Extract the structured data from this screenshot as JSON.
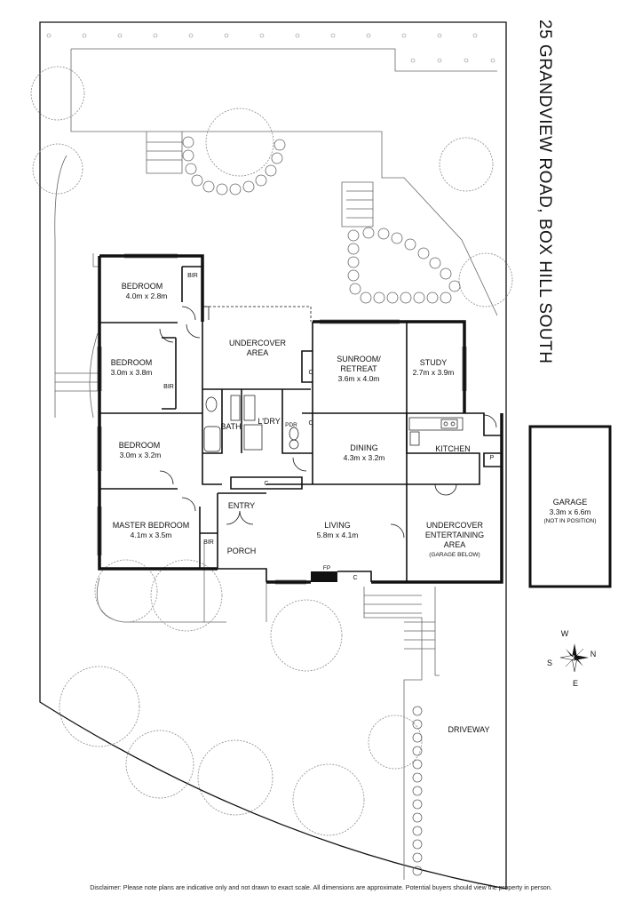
{
  "address": "25 GRANDVIEW ROAD, BOX HILL SOUTH",
  "rooms": {
    "bedroom1": {
      "name": "BEDROOM",
      "dims": "4.0m x 2.8m"
    },
    "bedroom2": {
      "name": "BEDROOM",
      "dims": "3.0m x 3.8m"
    },
    "bedroom3": {
      "name": "BEDROOM",
      "dims": "3.0m x 3.2m"
    },
    "master": {
      "name": "MASTER BEDROOM",
      "dims": "4.1m x 3.5m"
    },
    "undercover": {
      "line1": "UNDERCOVER",
      "line2": "AREA"
    },
    "sunroom": {
      "line1": "SUNROOM/",
      "line2": "RETREAT",
      "dims": "3.6m x 4.0m"
    },
    "study": {
      "name": "STUDY",
      "dims": "2.7m x 3.9m"
    },
    "bath": "BATH",
    "laundry": "L'DRY",
    "pdr": "PDR",
    "dining": {
      "name": "DINING",
      "dims": "4.3m x 3.2m"
    },
    "kitchen": "KITCHEN",
    "entry": "ENTRY",
    "porch": "PORCH",
    "living": {
      "name": "LIVING",
      "dims": "5.8m x 4.1m"
    },
    "entertaining": {
      "line1": "UNDERCOVER",
      "line2": "ENTERTAINING",
      "line3": "AREA",
      "note": "(GARAGE BELOW)"
    },
    "garage": {
      "name": "GARAGE",
      "dims": "3.3m x 6.6m",
      "note": "(NOT IN POSITION)"
    }
  },
  "fixtures": {
    "bir": "BIR",
    "cupboard": "C",
    "pantry": "P",
    "fireplace": "FP"
  },
  "driveway": "DRIVEWAY",
  "compass": {
    "n": "N",
    "s": "S",
    "e": "E",
    "w": "W"
  },
  "disclaimer": "Disclaimer: Please note plans are indicative only and not drawn to exact scale. All dimensions are approximate. Potential buyers should view the property in person."
}
